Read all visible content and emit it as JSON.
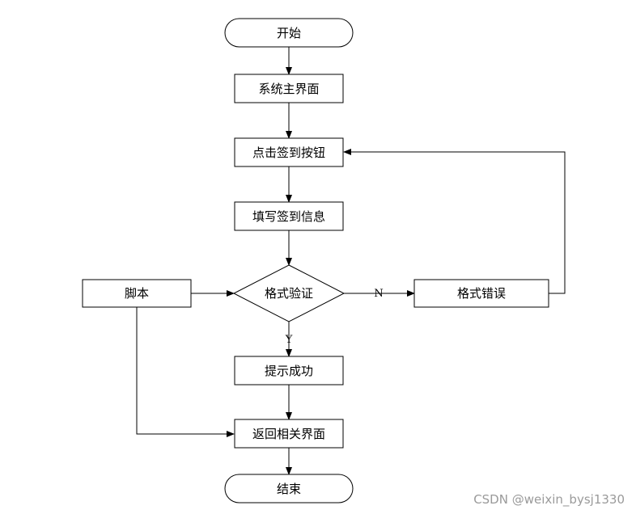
{
  "nodes": {
    "start": "开始",
    "main_ui": "系统主界面",
    "click_signin": "点击签到按钮",
    "fill_info": "填写签到信息",
    "validate": "格式验证",
    "format_error": "格式错误",
    "script": "脚本",
    "success": "提示成功",
    "return_page": "返回相关界面",
    "end": "结束"
  },
  "edge_labels": {
    "yes": "Y",
    "no": "N"
  },
  "watermark": "CSDN @weixin_bysj1330"
}
